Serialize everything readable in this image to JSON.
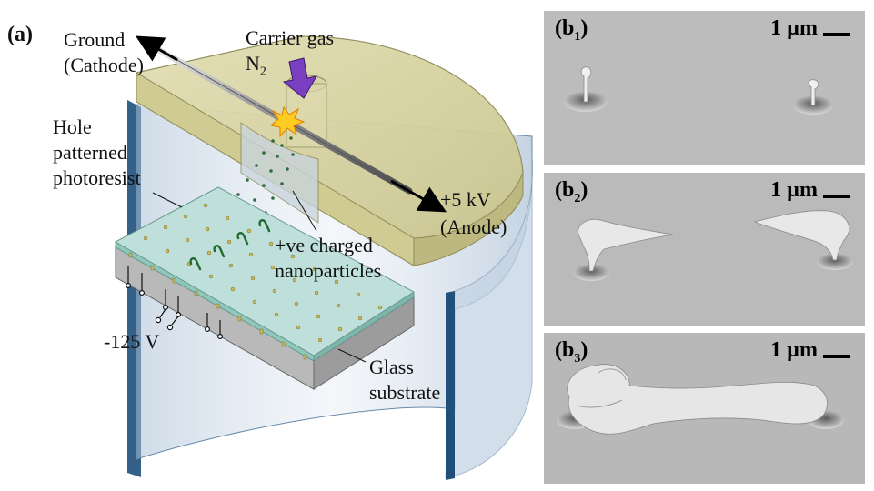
{
  "panel_a": {
    "tag": "(a)",
    "ground_line1": "Ground",
    "ground_line2": "(Cathode)",
    "carrier_line1": "Carrier gas",
    "carrier_line2_main": "N",
    "carrier_line2_sub": "2",
    "hole_line1": "Hole",
    "hole_line2": "patterned",
    "hole_line3": "photoresist",
    "anode_line1": "+5 kV",
    "anode_line2": "(Anode)",
    "np_line1": "+ve charged",
    "np_line2": "nanoparticles",
    "voltage": "-125 V",
    "glass_line1": "Glass",
    "glass_line2": "substrate"
  },
  "panels_b": [
    {
      "tag_main": "(b",
      "tag_sub": "1",
      "tag_close": ")",
      "scale": "1 µm"
    },
    {
      "tag_main": "(b",
      "tag_sub": "2",
      "tag_close": ")",
      "scale": "1 µm"
    },
    {
      "tag_main": "(b",
      "tag_sub": "3",
      "tag_close": ")",
      "scale": "1 µm"
    }
  ],
  "colors": {
    "chamber_lid": "#d7d3a2",
    "chamber_wall": "#c9d6e3",
    "substrate_top": "#bfe0da",
    "arrow_purple": "#7a3fc0",
    "particles": "#2e6b3a",
    "sem_bg": "#b9b9b9"
  }
}
